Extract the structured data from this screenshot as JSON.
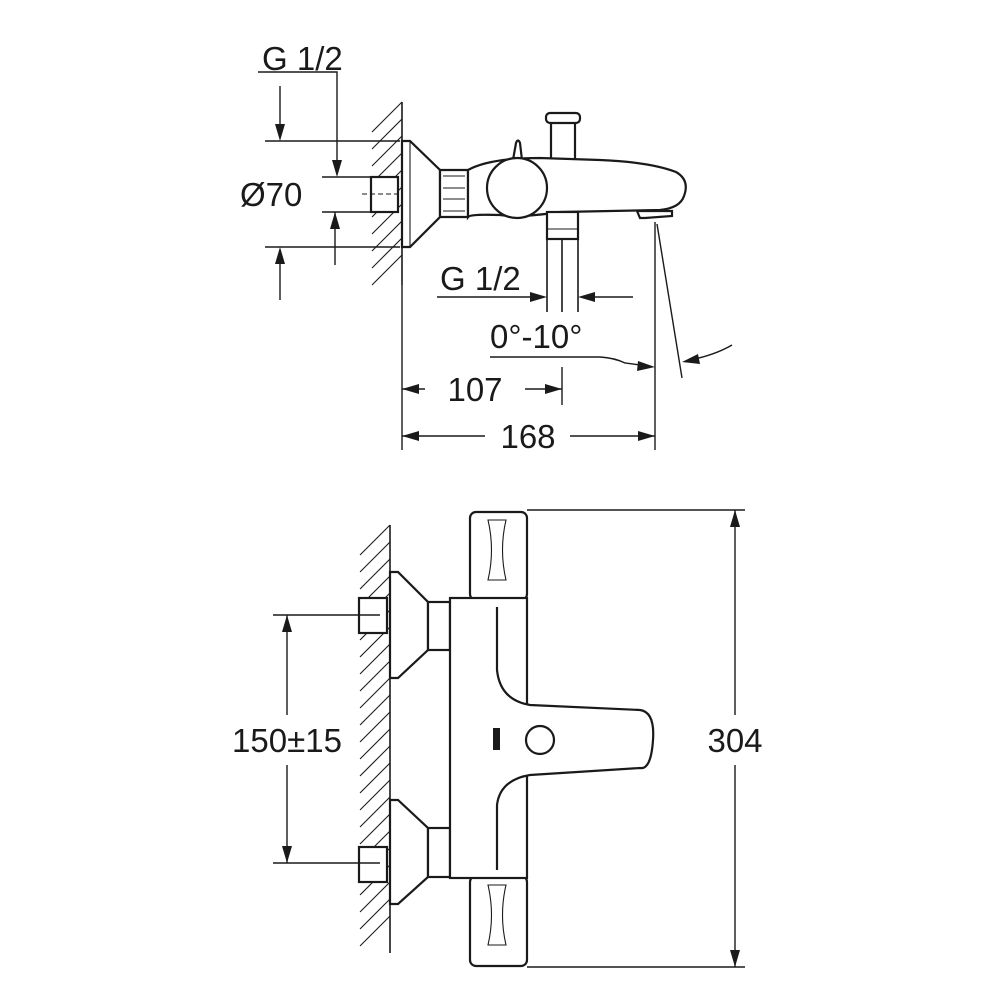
{
  "drawing": {
    "side_view": {
      "inlet_thread_label": "G 1/2",
      "flange_diameter_label": "Ø70",
      "outlet_thread_label": "G 1/2",
      "spout_angle_label": "0°-10°",
      "outlet_distance_label": "107",
      "projection_label": "168"
    },
    "front_view": {
      "inlet_spacing_label": "150±15",
      "height_label": "304"
    }
  }
}
